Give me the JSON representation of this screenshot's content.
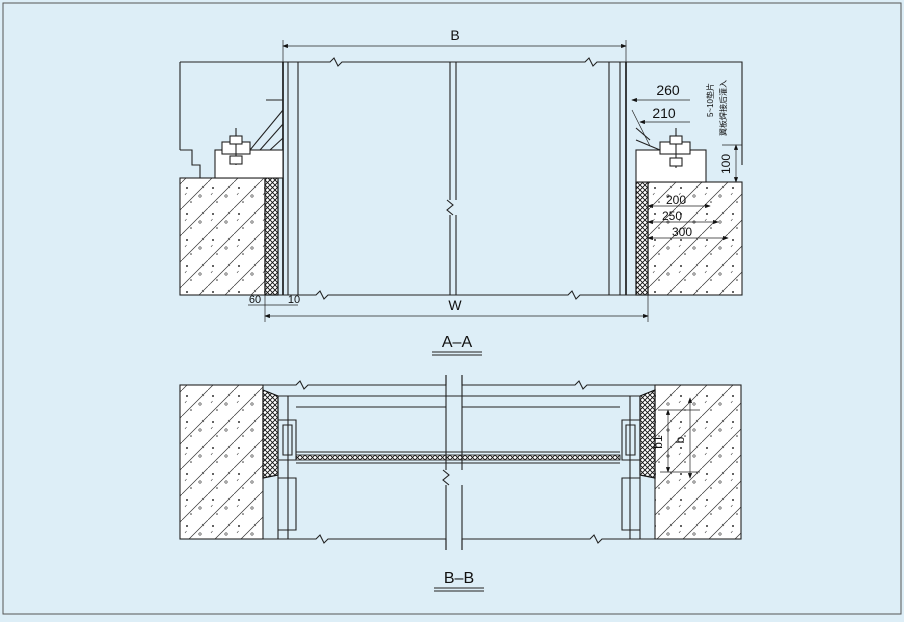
{
  "section_aa": {
    "title": "A–A",
    "dim_b": "B",
    "dim_w": "W",
    "dim_260": "260",
    "dim_210": "210",
    "dim_200": "200",
    "dim_250": "250",
    "dim_300": "300",
    "dim_100": "100",
    "dim_60": "60",
    "dim_10": "10",
    "note_gap": "5~10垫片",
    "note_grout": "翼板焊接后灌入"
  },
  "section_bb": {
    "title": "B–B",
    "dim_b1": "b1",
    "dim_b": "b"
  },
  "colors": {
    "background": "#ddeef7",
    "line": "#222222",
    "paper": "#ffffff"
  }
}
